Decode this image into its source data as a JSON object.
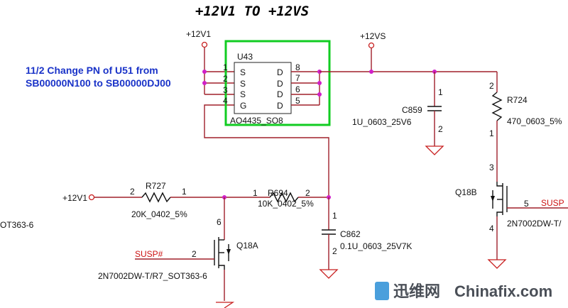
{
  "title": "+12V1 TO +12VS",
  "note": {
    "line1": "11/2 Change PN of U51 from",
    "line2": "SB00000N100 to SB00000DJ00"
  },
  "nets": {
    "v12v1_top": "+12V1",
    "v12vs": "+12VS",
    "v12v1_left": "+12V1",
    "susp_in": "SUSP#",
    "susp_out": "SUSP"
  },
  "u43": {
    "ref": "U43",
    "part": "AO4435_SO8",
    "left_pins": [
      "1",
      "2",
      "3",
      "4"
    ],
    "left_names": [
      "S",
      "S",
      "S",
      "G"
    ],
    "right_pins": [
      "8",
      "7",
      "6",
      "5"
    ],
    "right_names": [
      "D",
      "D",
      "D",
      "D"
    ]
  },
  "c859": {
    "ref": "C859",
    "value": "1U_0603_25V6",
    "pin1": "1",
    "pin2": "2"
  },
  "r724": {
    "ref": "R724",
    "value": "470_0603_5%",
    "pin2": "2",
    "pin1": "1"
  },
  "r727": {
    "ref": "R727",
    "value": "20K_0402_5%",
    "pin2": "2",
    "pin1": "1"
  },
  "r694": {
    "ref": "R694",
    "value": "10K_0402_5%",
    "pin1": "1",
    "pin2": "2"
  },
  "c862": {
    "ref": "C862",
    "value": "0.1U_0603_25V7K",
    "pin1": "1",
    "pin2": "2"
  },
  "q18a": {
    "ref": "Q18A",
    "part": "2N7002DW-T/R7_SOT363-6",
    "pin_d": "6",
    "pin_g": "2"
  },
  "q18b": {
    "ref": "Q18B",
    "part": "2N7002DW-T/",
    "pin_d": "3",
    "pin_g": "5",
    "pin_s": "4"
  },
  "cut_label": "OT363-6",
  "watermark": {
    "cn": "迅维网",
    "en": "Chinafix.com"
  },
  "colors": {
    "wire": "#a0202a",
    "junction": "#d01fc8",
    "highlight": "#11cc22",
    "note": "#1a33c8",
    "net_label": "#cc1111"
  }
}
